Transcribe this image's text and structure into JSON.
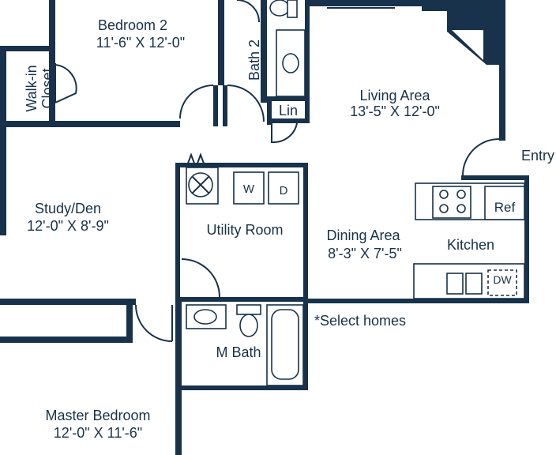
{
  "rooms": {
    "bedroom2": {
      "name": "Bedroom 2",
      "dims": "11'-6\" X 12'-0\""
    },
    "bath2": {
      "name": "Bath 2"
    },
    "walkin_closet": {
      "line1": "Walk-in",
      "line2": "Closet"
    },
    "lin": {
      "name": "Lin"
    },
    "living": {
      "name": "Living Area",
      "dims": "13'-5\" X 12'-0\""
    },
    "entry": {
      "name": "Entry"
    },
    "study": {
      "name": "Study/Den",
      "dims": "12'-0\" X 8'-9\""
    },
    "utility": {
      "name": "Utility Room"
    },
    "dining": {
      "name": "Dining Area",
      "dims": "8'-3\" X 7'-5\""
    },
    "kitchen": {
      "name": "Kitchen"
    },
    "mbath": {
      "name": "M Bath"
    },
    "master": {
      "name": "Master Bedroom",
      "dims": "12'-0\" X 11'-6\""
    }
  },
  "fixtures": {
    "washer": "W",
    "dryer": "D",
    "refrigerator": "Ref",
    "dishwasher": "DW"
  },
  "notes": {
    "select_homes": "*Select homes"
  },
  "colors": {
    "wall": "#17324a",
    "background": "#ffffff"
  }
}
